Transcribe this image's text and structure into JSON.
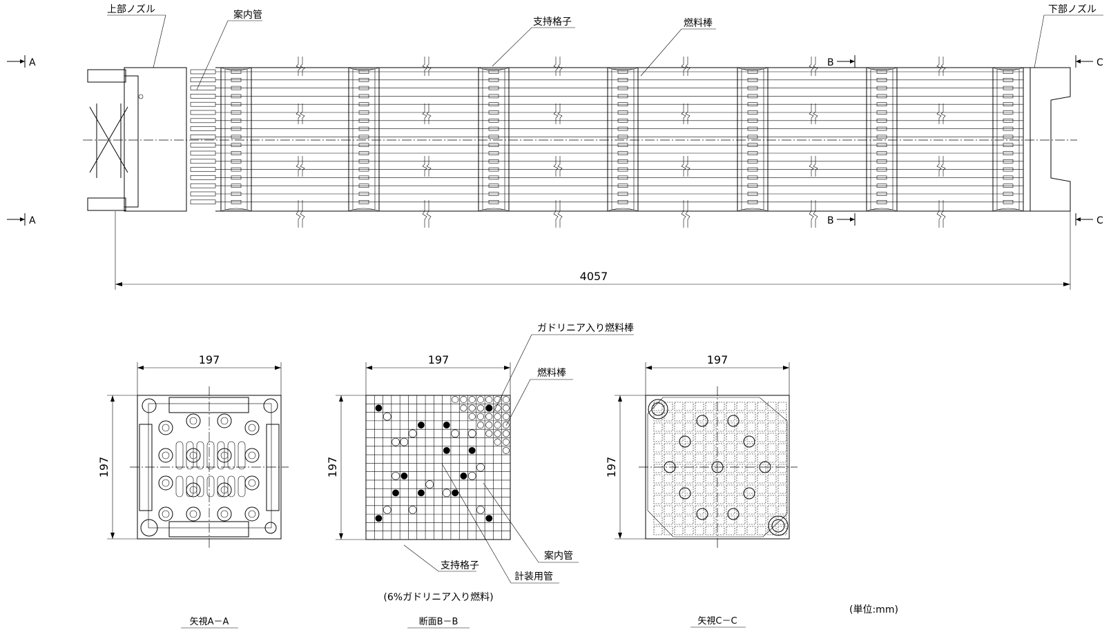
{
  "labels": {
    "upper_nozzle": "上部ノズル",
    "guide_tube_top": "案内管",
    "spacer_grid_top": "支持格子",
    "fuel_rod_top": "燃料棒",
    "lower_nozzle": "下部ノズル",
    "gd_fuel_rod": "ガドリニア入り燃料棒",
    "fuel_rod_mid": "燃料棒",
    "guide_tube_mid": "案内管",
    "spacer_grid_mid": "支持格子",
    "instrument_tube": "計装用管",
    "gd_note": "(6%ガドリニア入り燃料)",
    "unit": "(単位:mm)"
  },
  "section_marks": {
    "a": "A",
    "b": "B",
    "c": "C"
  },
  "dimensions": {
    "overall_length": "4057",
    "width_view_a": "197",
    "height_view_a": "197",
    "width_section_b": "197",
    "height_section_b": "197",
    "width_view_c": "197",
    "height_view_c": "197"
  },
  "captions": {
    "view_a": "矢視A－A",
    "section_b": "断面B－B",
    "view_c": "矢視C－C"
  },
  "colors": {
    "line": "#000000",
    "background": "#ffffff"
  }
}
